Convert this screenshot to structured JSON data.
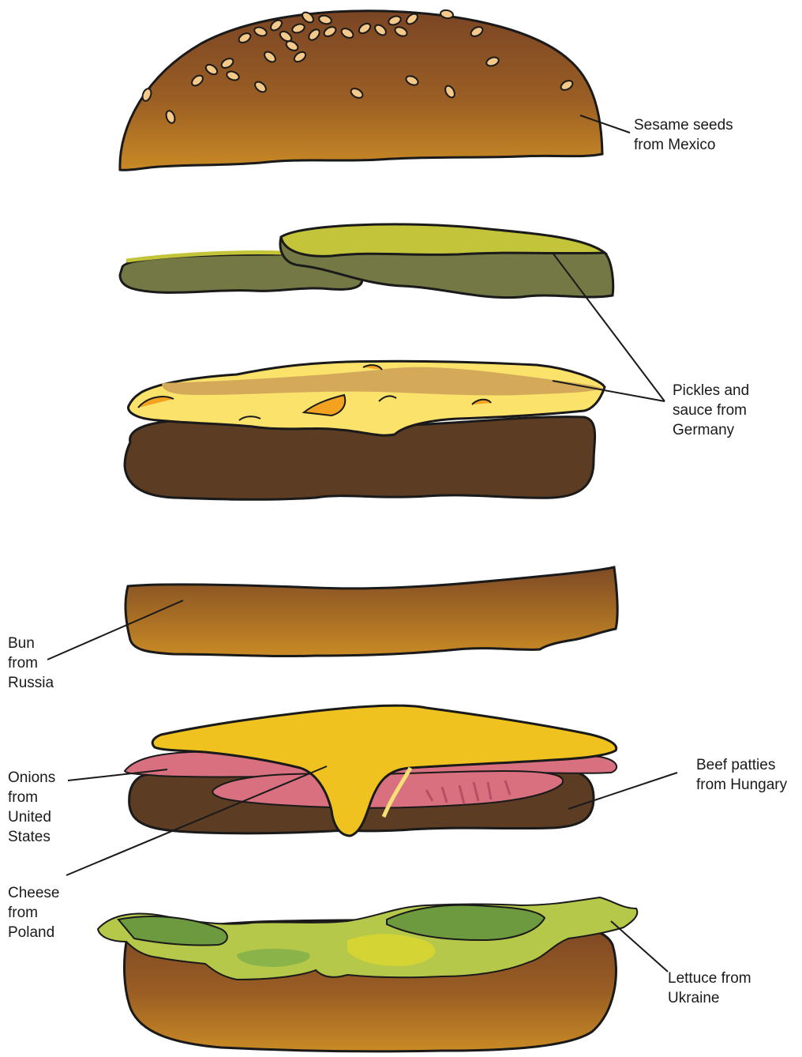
{
  "labels": {
    "sesame": [
      "Sesame seeds",
      "from Mexico"
    ],
    "pickles": [
      "Pickles and",
      "sauce from",
      "Germany"
    ],
    "bun": [
      "Bun",
      "from",
      "Russia"
    ],
    "onions": [
      "Onions",
      "from",
      "United",
      "States"
    ],
    "beef": [
      "Beef patties",
      "from Hungary"
    ],
    "cheese": [
      "Cheese",
      "from",
      "Poland"
    ],
    "lettuce": [
      "Lettuce from",
      "Ukraine"
    ]
  },
  "colors": {
    "outline": "#1a1a1a",
    "bun_top": "#7a4524",
    "bun_bottom": "#c98a25",
    "seed": "#f4c98a",
    "pickle_dark": "#737845",
    "pickle_light": "#c4c43a",
    "processed_cheese": "#fbe26b",
    "sauce": "#d4aa5a",
    "patty": "#5c3c23",
    "cheese_slice": "#efc21f",
    "onion": "#d9707f",
    "lettuce_light": "#b6c84a",
    "lettuce_dark": "#6d9a3e"
  }
}
